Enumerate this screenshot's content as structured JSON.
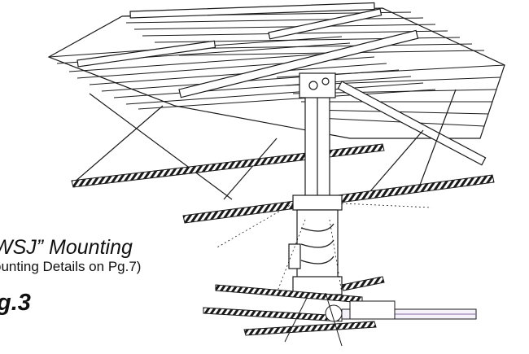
{
  "caption": {
    "title": "WSJ” Mounting",
    "subtitle": "ounting Details on Pg.7)",
    "figure": "g.3"
  },
  "colors": {
    "line": "#1a1a1a",
    "fill": "#ffffff",
    "accent_stripe": "#c9a9d6"
  }
}
